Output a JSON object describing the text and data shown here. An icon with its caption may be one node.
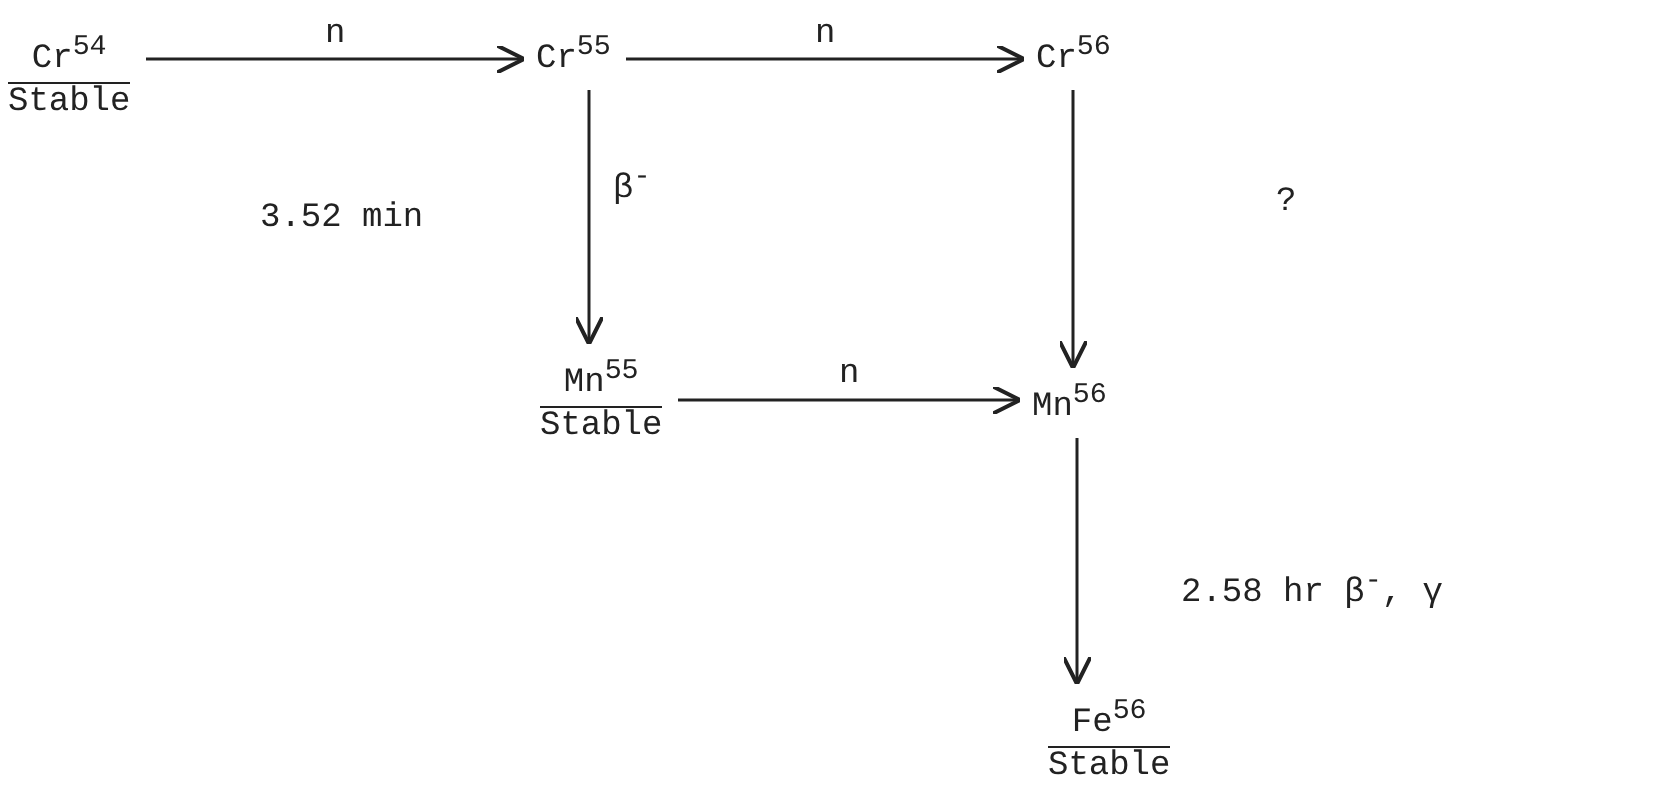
{
  "diagram": {
    "nodes": [
      {
        "text": [
          "Cr$^{54}$",
          "Stable"
        ]
      },
      {
        "text": [
          "Cr$^{55}$"
        ]
      },
      {
        "text": [
          "Cr$^{56}$"
        ]
      },
      {
        "text": [
          "Mn$^{55}$",
          "Stable"
        ]
      },
      {
        "text": [
          "Mn$^{56}$"
        ]
      },
      {
        "text": [
          "Fe$^{56}$",
          "Stable"
        ]
      }
    ],
    "edges": [
      {
        "from": 0,
        "to": 1,
        "arrow": "to",
        "label": "n"
      },
      {
        "from": 1,
        "to": 2,
        "arrow": "to",
        "label": "n"
      },
      {
        "from": 1,
        "to": 3,
        "arrow": "to",
        "label": "β$^{-}$"
      },
      {
        "from": 2,
        "to": 4,
        "arrow": "to"
      },
      {
        "from": 3,
        "to": 4,
        "arrow": "to",
        "label": "n"
      },
      {
        "from": 4,
        "to": 5,
        "arrow": "to",
        "label": "2.58 hr β$^{-}$, γ"
      }
    ],
    "labels": [
      "3.52 min",
      "?"
    ]
  }
}
